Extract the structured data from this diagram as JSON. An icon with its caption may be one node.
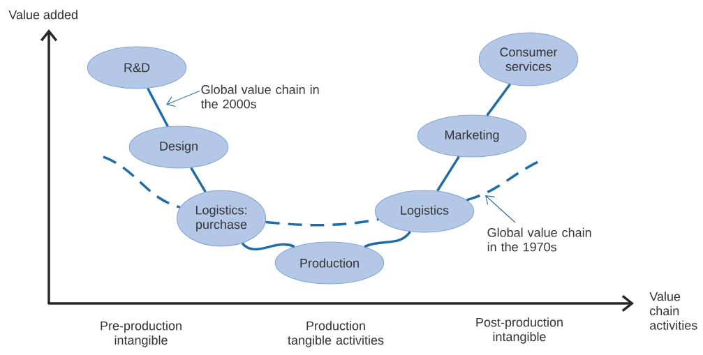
{
  "diagram": {
    "nodes": [
      {
        "text": [
          "R&D"
        ]
      },
      {
        "text": [
          "Design"
        ]
      },
      {
        "text": [
          "Logistics: purchase"
        ]
      },
      {
        "text": [
          "Production"
        ]
      },
      {
        "text": [
          "Logistics"
        ]
      },
      {
        "text": [
          "Marketing"
        ]
      },
      {
        "text": [
          "Consumer services"
        ]
      },
      {
        "text": [
          "Global value chain in the 2000s"
        ]
      },
      {
        "text": [
          "Global value chain in the 1970s"
        ]
      }
    ],
    "edges": [
      {
        "from": 0,
        "to": 1,
        "arrow": "none"
      },
      {
        "from": 1,
        "to": 2,
        "arrow": "none"
      },
      {
        "from": 2,
        "to": 3,
        "arrow": "none"
      },
      {
        "from": 3,
        "to": 4,
        "arrow": "none"
      },
      {
        "from": 4,
        "to": 5,
        "arrow": "none"
      },
      {
        "from": 5,
        "to": 6,
        "arrow": "none"
      },
      {
        "from": null,
        "to": 2,
        "arrow": "none",
        "style": "dashed"
      },
      {
        "from": 2,
        "to": 4,
        "arrow": "none",
        "style": "dashed"
      },
      {
        "from": 4,
        "to": null,
        "arrow": "none",
        "style": "dashed"
      },
      {
        "from": 7,
        "to": null,
        "arrow": "to"
      },
      {
        "from": 8,
        "to": null,
        "arrow": "to"
      }
    ],
    "labels": [
      "Value added",
      "Value chain activities",
      "Pre-production intangible",
      "Production tangible activities",
      "Post-production intangible"
    ]
  }
}
